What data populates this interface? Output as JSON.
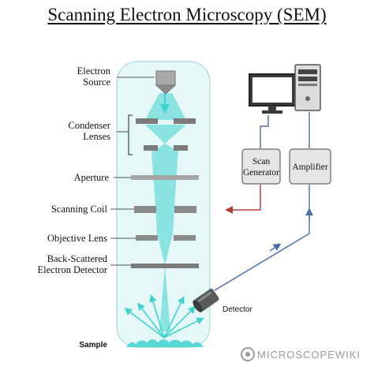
{
  "title": "Scanning Electron Microscopy (SEM)",
  "labels": {
    "electron_source": [
      "Electron",
      "Source"
    ],
    "condenser_lenses": [
      "Condenser",
      "Lenses"
    ],
    "aperture": "Aperture",
    "scanning_coil": "Scanning Coil",
    "objective_lens": "Objective Lens",
    "detector_bse": [
      "Back-Scattered",
      "Electron Detector"
    ],
    "sample": "Sample"
  },
  "boxes": {
    "scan_generator": [
      "Scan",
      "Generator"
    ],
    "amplifier": "Amplifier"
  },
  "detector_label": "Detector",
  "watermark": "MICROSCOPEWIKI",
  "colors": {
    "column_fill": "#e6f7f8",
    "beam": "#3fd3cf",
    "lens": "#7b7b7b",
    "signal_blue": "#4a6fa5",
    "signal_red": "#b83b35"
  }
}
